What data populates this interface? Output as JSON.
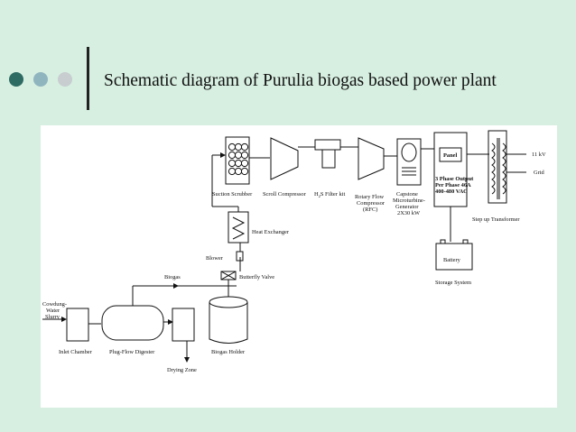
{
  "slide": {
    "title": "Schematic diagram of Purulia biogas based power plant"
  },
  "diagram": {
    "labels": {
      "cowdung": "Cowdung-",
      "water": "Water",
      "slurry": "Slurry",
      "inlet_chamber": "Inlet Chamber",
      "plug_flow_digester": "Plug-Flow Digester",
      "drying_zone": "Drying Zone",
      "biogas_holder": "Biogas Holder",
      "biogas": "Biogas",
      "butterfly_valve": "Butterfly Valve",
      "blower": "Blower",
      "heat_exchanger": "Heat Exchanger",
      "suction_scrubber": "Suction Scrubber",
      "scroll_compressor": "Scroll Compressor",
      "h2s_filter_kit_prefix": "H",
      "h2s_filter_kit_sub": "2",
      "h2s_filter_kit_suffix": "S Filter kit",
      "rotary_flow_1": "Rotary Flow",
      "rotary_flow_2": "Compressor",
      "rotary_flow_3": "(RFC)",
      "capstone_1": "Capstone",
      "capstone_2": "Microturbine-",
      "capstone_3": "Generator",
      "capstone_4": "2X30 kW",
      "panel": "Panel",
      "output_1": "3 Phase Output",
      "output_2": "Per Phase 46A",
      "output_3": "400-480 VAC",
      "step_up": "Step up Transformer",
      "kv": "11 kV",
      "grid": "Grid",
      "battery": "Battery",
      "storage_system": "Storage System"
    }
  }
}
